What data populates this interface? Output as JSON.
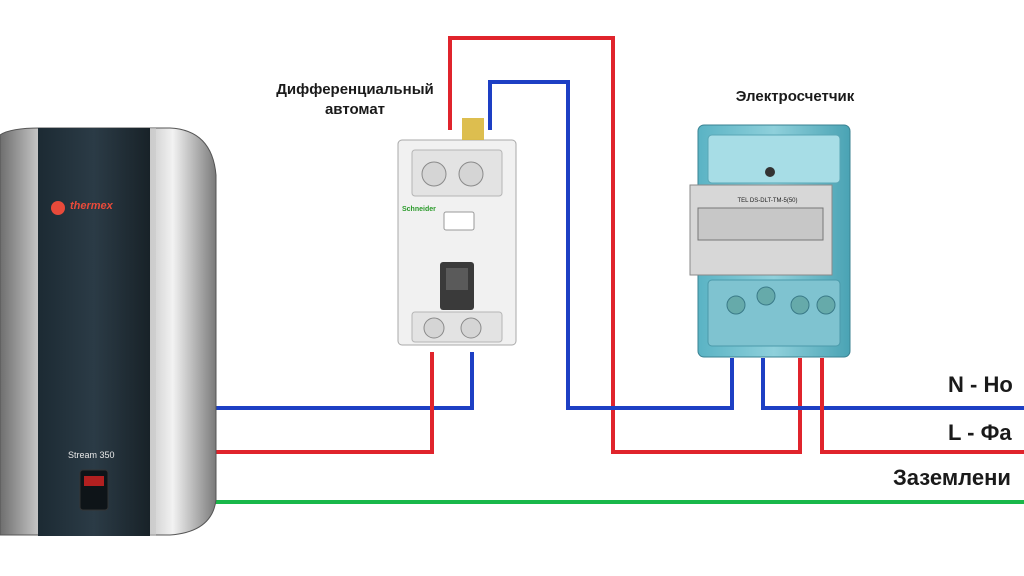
{
  "labels": {
    "rcd": "Дифференциальный автомат",
    "meter": "Электросчетчик",
    "neutral": "N - Но",
    "phase": "L - Фа",
    "ground": "Заземлени"
  },
  "heater": {
    "brand": "thermex",
    "model": "Stream 350"
  },
  "meter_device": {
    "model_text": "TEL DS-DLT-TM-5(50)"
  },
  "rcd_device": {
    "brand": "Schneider"
  },
  "colors": {
    "phase_wire": "#e0242c",
    "neutral_wire": "#1d3fc4",
    "ground_wire": "#19b84a"
  }
}
